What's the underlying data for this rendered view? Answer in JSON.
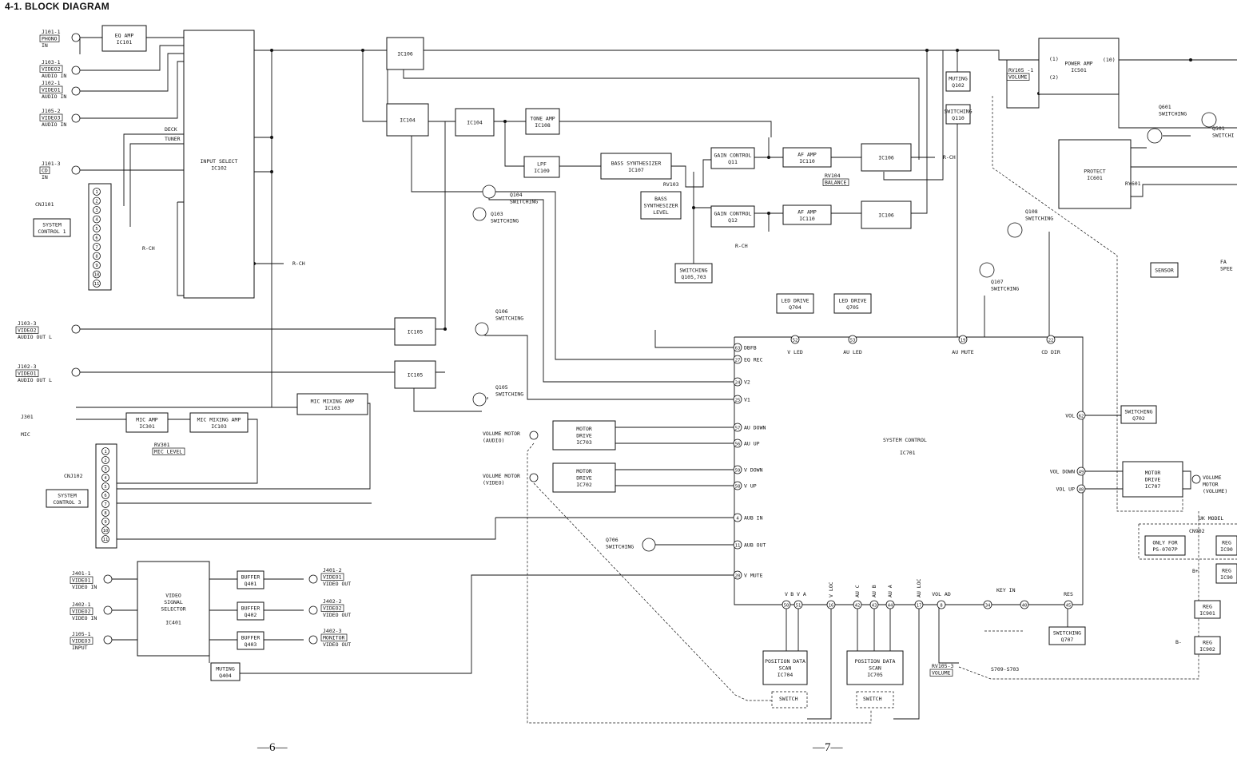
{
  "title": "4-1.  BLOCK DIAGRAM",
  "page_left": "—6—",
  "page_right": "—7—",
  "blocks": [
    {
      "id": "ic101",
      "lines": [
        "EQ AMP",
        "IC101"
      ]
    },
    {
      "id": "ic102",
      "lines": [
        "INPUT SELECT",
        "IC102"
      ]
    },
    {
      "id": "ic106a",
      "lines": [
        "IC106"
      ]
    },
    {
      "id": "ic104a",
      "lines": [
        "IC104"
      ]
    },
    {
      "id": "ic104b",
      "lines": [
        "IC104"
      ]
    },
    {
      "id": "ic108",
      "lines": [
        "TONE AMP",
        "IC108"
      ]
    },
    {
      "id": "ic109",
      "lines": [
        "LPF",
        "IC109"
      ]
    },
    {
      "id": "ic107",
      "lines": [
        "BASS SYNTHESIZER",
        "IC107"
      ]
    },
    {
      "id": "q11",
      "lines": [
        "GAIN CONTROL",
        "Q11"
      ]
    },
    {
      "id": "q12",
      "lines": [
        "GAIN CONTROL",
        "Q12"
      ]
    },
    {
      "id": "ic110a",
      "lines": [
        "AF AMP",
        "IC110"
      ]
    },
    {
      "id": "ic110b",
      "lines": [
        "AF AMP",
        "IC110"
      ]
    },
    {
      "id": "ic106b",
      "lines": [
        "IC106"
      ]
    },
    {
      "id": "ic106c",
      "lines": [
        "IC106"
      ]
    },
    {
      "id": "q102",
      "lines": [
        "MUTING",
        "Q102"
      ]
    },
    {
      "id": "q110",
      "lines": [
        "SWITCHING",
        "Q110"
      ]
    },
    {
      "id": "ic501",
      "lines": [
        "POWER AMP",
        "IC501"
      ]
    },
    {
      "id": "ic601",
      "lines": [
        "PROTECT",
        "IC601"
      ]
    },
    {
      "id": "sensor",
      "lines": [
        "SENSOR"
      ]
    },
    {
      "id": "bsl",
      "lines": [
        "BASS",
        "SYNTHESIZER",
        "LEVEL"
      ]
    },
    {
      "id": "q105_703",
      "lines": [
        "SWITCHING",
        "Q105,703"
      ]
    },
    {
      "id": "q704",
      "lines": [
        "LED DRIVE",
        "Q704"
      ]
    },
    {
      "id": "q705",
      "lines": [
        "LED DRIVE",
        "Q705"
      ]
    },
    {
      "id": "ic105a",
      "lines": [
        "IC105"
      ]
    },
    {
      "id": "ic105b",
      "lines": [
        "IC105"
      ]
    },
    {
      "id": "ic103a",
      "lines": [
        "MIC MIXING AMP",
        "IC103"
      ]
    },
    {
      "id": "ic301",
      "lines": [
        "MIC AMP",
        "IC301"
      ]
    },
    {
      "id": "ic103b",
      "lines": [
        "MIC MIXING AMP",
        "IC103"
      ]
    },
    {
      "id": "ic703",
      "lines": [
        "MOTOR",
        "DRIVE",
        "IC703"
      ]
    },
    {
      "id": "ic702",
      "lines": [
        "MOTOR",
        "DRIVE",
        "IC702"
      ]
    },
    {
      "id": "q702",
      "lines": [
        "SWITCHING",
        "Q702"
      ]
    },
    {
      "id": "ic707",
      "lines": [
        "MOTOR",
        "DRIVE",
        "IC707"
      ]
    },
    {
      "id": "ic401",
      "lines": [
        "VIDEO",
        "SIGNAL",
        "SELECTOR",
        "",
        "IC401"
      ]
    },
    {
      "id": "q401",
      "lines": [
        "BUFFER",
        "Q401"
      ]
    },
    {
      "id": "q402",
      "lines": [
        "BUFFER",
        "Q402"
      ]
    },
    {
      "id": "q403",
      "lines": [
        "BUFFER",
        "Q403"
      ]
    },
    {
      "id": "q404",
      "lines": [
        "MUTING",
        "Q404"
      ]
    },
    {
      "id": "ic704",
      "lines": [
        "POSITION DATA",
        "SCAN",
        "IC704"
      ]
    },
    {
      "id": "ic705",
      "lines": [
        "POSITION DATA",
        "SCAN",
        "IC705"
      ]
    },
    {
      "id": "q707",
      "lines": [
        "SWITCHING",
        "Q707"
      ]
    },
    {
      "id": "sysctl1",
      "lines": [
        "SYSTEM",
        "CONTROL 1"
      ]
    },
    {
      "id": "sysctl3",
      "lines": [
        "SYSTEM",
        "CONTROL 3"
      ]
    },
    {
      "id": "ps0707p",
      "lines": [
        "ONLY FOR",
        "PS-0707P"
      ]
    },
    {
      "id": "reg1",
      "lines": [
        "REG",
        "IC90"
      ]
    },
    {
      "id": "reg2",
      "lines": [
        "REG",
        "IC90"
      ]
    },
    {
      "id": "reg3",
      "lines": [
        "REG",
        "IC901"
      ]
    },
    {
      "id": "reg4",
      "lines": [
        "REG",
        "IC902"
      ]
    }
  ],
  "ic701": {
    "name": "SYSTEM CONTROL",
    "part": "IC701"
  },
  "labels": {
    "j101_1": [
      "J101-1",
      "PHONO",
      "IN"
    ],
    "j103_1": [
      "J103-1",
      "VIDEO2",
      "AUDIO IN"
    ],
    "j102_1": [
      "J102-1",
      "VIDEO1",
      "AUDIO IN"
    ],
    "j105_2": [
      "J105-2",
      "VIDEO3",
      "AUDIO IN"
    ],
    "j101_3": [
      "J101-3",
      "CD",
      "IN"
    ],
    "j103_3": [
      "J103-3",
      "VIDEO2",
      "AUDIO OUT L"
    ],
    "j102_3": [
      "J102-3",
      "VIDEO1",
      "AUDIO OUT L"
    ],
    "j401_1": [
      "J401-1",
      "VIDEO1",
      "VIDEO IN"
    ],
    "j402_1": [
      "J402-1",
      "VIDEO2",
      "VIDEO IN"
    ],
    "j105_1": [
      "J105-1",
      "VIDEO3",
      "INPUT"
    ],
    "j401_2": [
      "J401-2",
      "VIDEO1",
      "VIDEO OUT"
    ],
    "j402_2": [
      "J402-2",
      "VIDEO2",
      "VIDEO OUT"
    ],
    "j402_3": [
      "J402-3",
      "MONITOR",
      "VIDEO OUT"
    ],
    "deck": "DECK",
    "tuner": "TUNER",
    "cnj101": "CNJ101",
    "cnj102": "CNJ102",
    "rch": "R-CH",
    "j301": "J301",
    "mic": "MIC",
    "rv301": [
      "RV301",
      "MIC LEVEL"
    ],
    "rv103": "RV103",
    "rv104": [
      "RV104",
      "BALANCE"
    ],
    "rv105_1": [
      "RV105 -1",
      "VOLUME"
    ],
    "rv105_3": [
      "RV105-3",
      "VOLUME"
    ],
    "q104": [
      "Q104",
      "SWITCHING"
    ],
    "q103": [
      "Q103",
      "SWITCHING"
    ],
    "q106": [
      "Q106",
      "SWITCHING"
    ],
    "q105": [
      "Q105",
      "SWITCHING"
    ],
    "q108": [
      "Q108",
      "SWITCHING"
    ],
    "q107": [
      "Q107",
      "SWITCHING"
    ],
    "q601": [
      "Q601",
      "SWITCHING"
    ],
    "q501": [
      "Q501",
      "SWITCHI"
    ],
    "q706": [
      "Q706",
      "SWITCHING"
    ],
    "ry601": "RY601",
    "fan": [
      "FA",
      "SPEE"
    ],
    "vm_audio": [
      "VOLUME MOTOR",
      "(AUDIO)"
    ],
    "vm_video": [
      "VOLUME MOTOR",
      "(VIDEO)"
    ],
    "vm_vol": [
      "VOLUME",
      "MOTOR",
      "(VOLUME)"
    ],
    "uk_model": "UK MODEL",
    "cn902": "CN902",
    "key_in": "KEY IN",
    "s709": "S709-S703",
    "switch": "SWITCH",
    "bplus": "B+",
    "bminus": "B-",
    "pa_pin1": "(1)",
    "pa_pin2": "(2)",
    "pa_pin10": "(10)"
  },
  "ic701_pins": [
    {
      "n": "63",
      "label": "DBFB"
    },
    {
      "n": "27",
      "label": "EQ REC"
    },
    {
      "n": "24",
      "label": "V2"
    },
    {
      "n": "25",
      "label": "V1"
    },
    {
      "n": "57",
      "label": "AU DOWN"
    },
    {
      "n": "56",
      "label": "AU UP"
    },
    {
      "n": "59",
      "label": "V DOWN"
    },
    {
      "n": "58",
      "label": "V UP"
    },
    {
      "n": "4",
      "label": "AUB IN"
    },
    {
      "n": "11",
      "label": "AUB OUT"
    },
    {
      "n": "20",
      "label": "V MUTE"
    }
  ],
  "ic701_top_pins": [
    {
      "n": "52",
      "label": "V LED"
    },
    {
      "n": "53",
      "label": "AU LED"
    },
    {
      "n": "19",
      "label": "AU MUTE"
    },
    {
      "n": "22",
      "label": "CD DIR"
    }
  ],
  "ic701_right_pins": [
    {
      "n": "62",
      "label": "VOL"
    },
    {
      "n": "49",
      "label": "VOL DOWN"
    },
    {
      "n": "48",
      "label": "VOL UP"
    }
  ],
  "ic701_bottom_pins": [
    {
      "n": "50",
      "label": "V"
    },
    {
      "n": "51",
      "label": "B V A"
    },
    {
      "n": "16",
      "label": "V LOC"
    },
    {
      "n": "42",
      "label": "AU C"
    },
    {
      "n": "43",
      "label": "AU B"
    },
    {
      "n": "44",
      "label": "AU A"
    },
    {
      "n": "17",
      "label": "AU LOC"
    },
    {
      "n": "8",
      "label": "VOL AD"
    },
    {
      "n": "34",
      "label": ""
    },
    {
      "n": "40",
      "label": ""
    },
    {
      "n": "45",
      "label": "RES"
    }
  ],
  "text_rch": "R-CH"
}
